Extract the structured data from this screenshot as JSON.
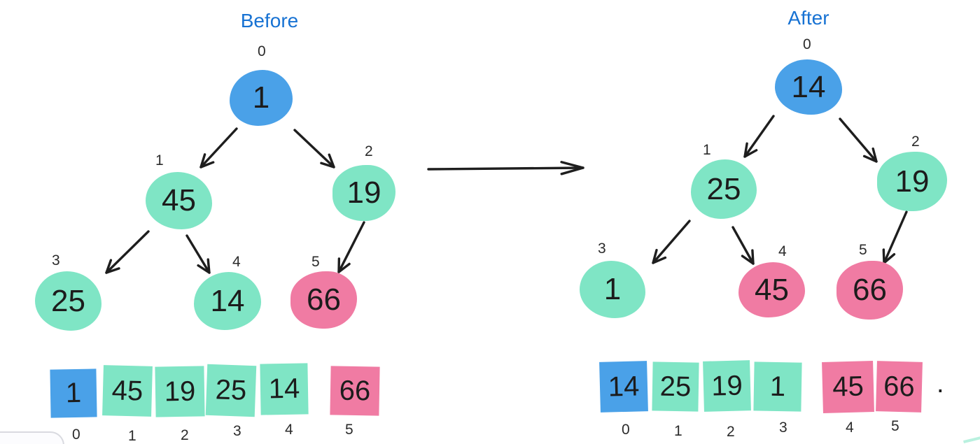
{
  "palette": {
    "blue": "#4aa1e8",
    "teal": "#7fe5c5",
    "pink": "#f07ba3",
    "title_blue": "#1772d3",
    "ink": "#1e1e1e"
  },
  "before": {
    "title": "Before",
    "tree": {
      "nodes": [
        {
          "value": "1",
          "index": "0",
          "color": "blue"
        },
        {
          "value": "45",
          "index": "1",
          "color": "teal"
        },
        {
          "value": "19",
          "index": "2",
          "color": "teal"
        },
        {
          "value": "25",
          "index": "3",
          "color": "teal"
        },
        {
          "value": "14",
          "index": "4",
          "color": "teal"
        },
        {
          "value": "66",
          "index": "5",
          "color": "pink"
        }
      ]
    },
    "array": {
      "cells": [
        {
          "value": "1",
          "index": "0",
          "color": "blue"
        },
        {
          "value": "45",
          "index": "1",
          "color": "teal"
        },
        {
          "value": "19",
          "index": "2",
          "color": "teal"
        },
        {
          "value": "25",
          "index": "3",
          "color": "teal"
        },
        {
          "value": "14",
          "index": "4",
          "color": "teal"
        },
        {
          "value": "66",
          "index": "5",
          "color": "pink"
        }
      ]
    }
  },
  "after": {
    "title": "After",
    "tree": {
      "nodes": [
        {
          "value": "14",
          "index": "0",
          "color": "blue"
        },
        {
          "value": "25",
          "index": "1",
          "color": "teal"
        },
        {
          "value": "19",
          "index": "2",
          "color": "teal"
        },
        {
          "value": "1",
          "index": "3",
          "color": "teal"
        },
        {
          "value": "45",
          "index": "4",
          "color": "pink"
        },
        {
          "value": "66",
          "index": "5",
          "color": "pink"
        }
      ]
    },
    "array": {
      "cells": [
        {
          "value": "14",
          "index": "0",
          "color": "blue"
        },
        {
          "value": "25",
          "index": "1",
          "color": "teal"
        },
        {
          "value": "19",
          "index": "2",
          "color": "teal"
        },
        {
          "value": "1",
          "index": "3",
          "color": "teal"
        },
        {
          "value": "45",
          "index": "4",
          "color": "pink"
        },
        {
          "value": "66",
          "index": "5",
          "color": "pink"
        }
      ]
    }
  },
  "misc": {
    "trailing_dot": "."
  }
}
